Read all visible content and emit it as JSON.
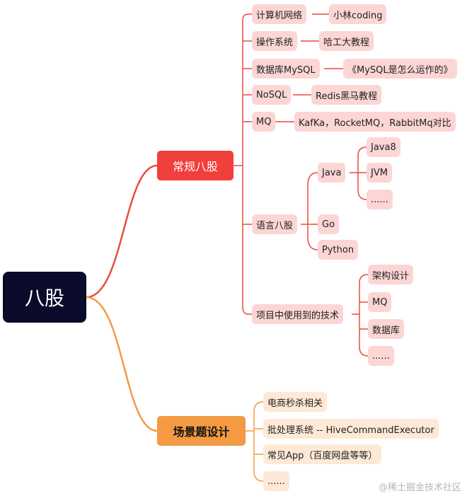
{
  "root": "八股",
  "branches": {
    "regular": {
      "label": "常规八股",
      "items": {
        "network": {
          "label": "计算机网络",
          "child": "小林coding"
        },
        "os": {
          "label": "操作系统",
          "child": "哈工大教程"
        },
        "mysql": {
          "label": "数据库MySQL",
          "child": "《MySQL是怎么运作的》"
        },
        "nosql": {
          "label": "NoSQL",
          "child": "Redis黑马教程"
        },
        "mq": {
          "label": "MQ",
          "child": "KafKa，RocketMQ，RabbitMq对比"
        },
        "lang": {
          "label": "语言八股",
          "java": {
            "label": "Java",
            "children": [
              "Java8",
              "JVM",
              "......"
            ]
          },
          "go": "Go",
          "python": "Python"
        },
        "project": {
          "label": "项目中使用到的技术",
          "children": [
            "架构设计",
            "MQ",
            "数据库",
            "......"
          ]
        }
      }
    },
    "scenario": {
      "label": "场景题设计",
      "items": [
        "电商秒杀相关",
        "批处理系统 -- HiveCommandExecutor",
        "常见App（百度网盘等等）",
        "......"
      ]
    }
  },
  "colors": {
    "root": "#0a0b2b",
    "red": "#f13f3b",
    "red_pill": "#fbd6d4",
    "orange": "#f39a42",
    "orange_pill": "#fde9d6"
  },
  "watermark": "@稀土掘金技术社区"
}
